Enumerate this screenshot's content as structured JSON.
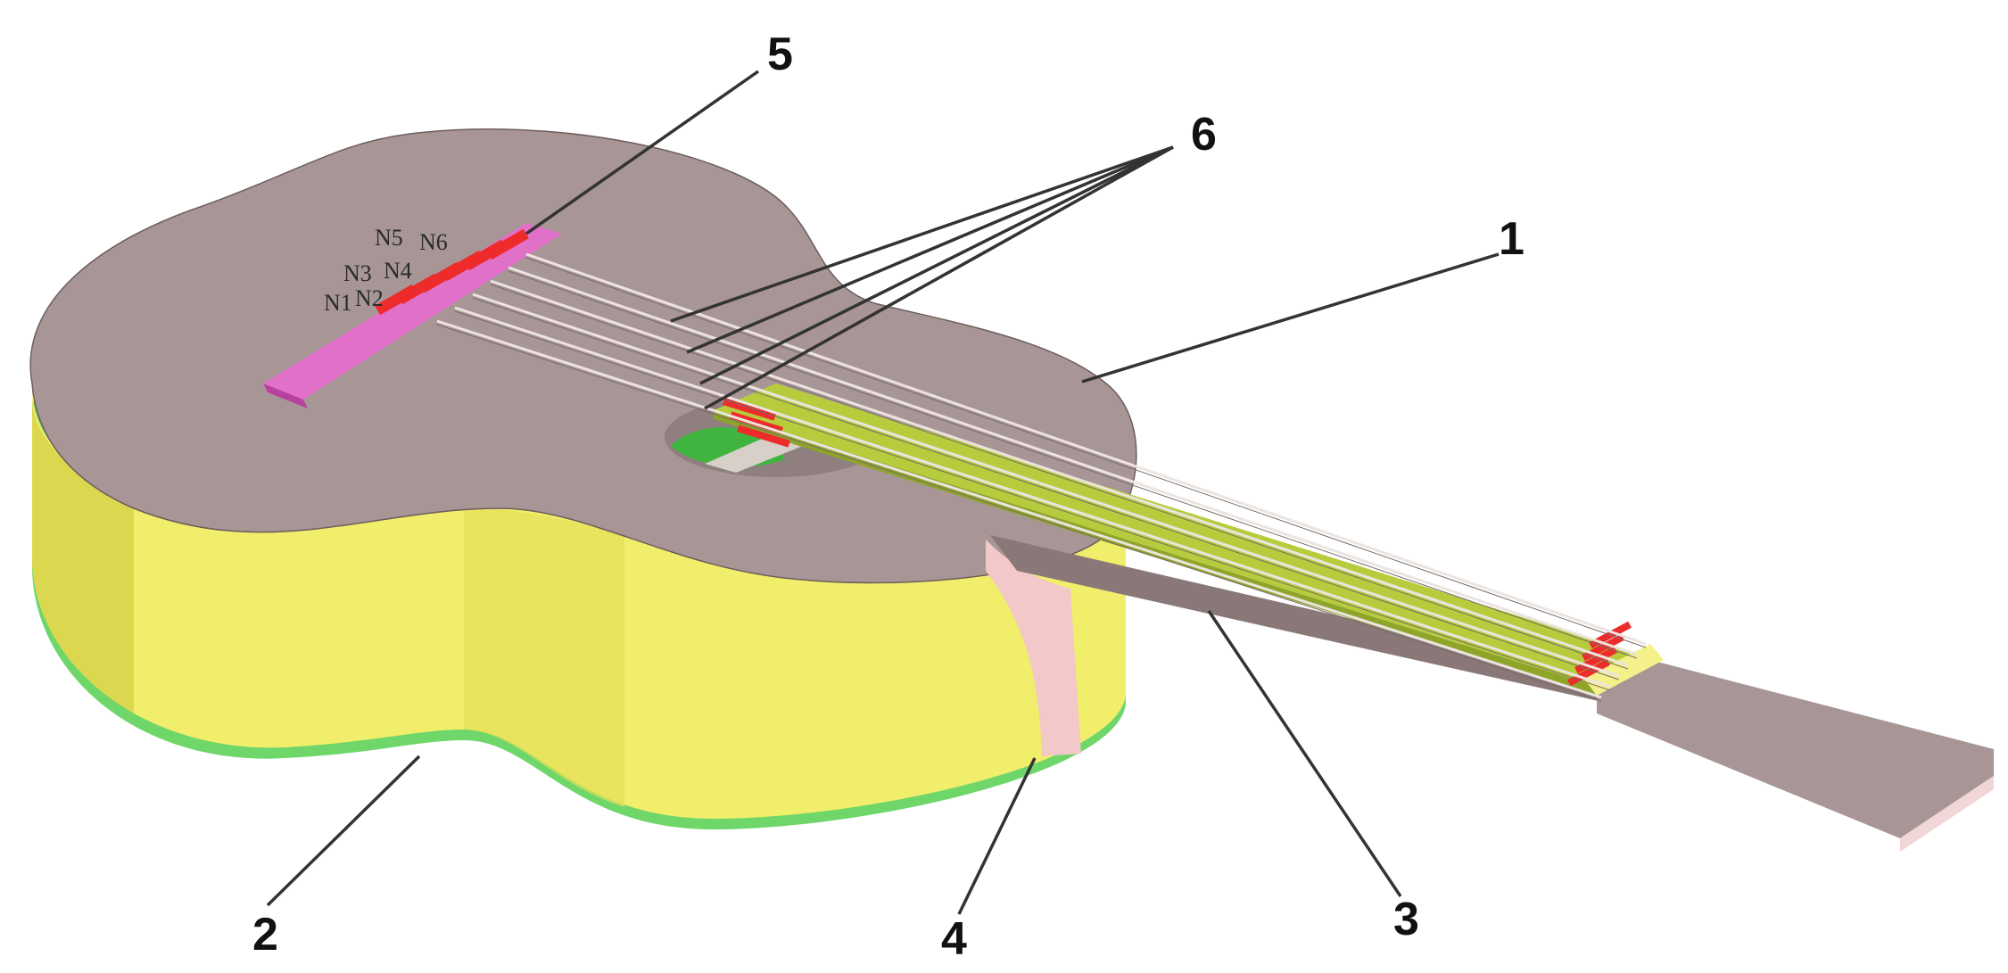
{
  "figure": {
    "colors": {
      "top_plate": "#a89696",
      "ribs": "#f0ee6a",
      "ribs_shadow": "#d6d24a",
      "back_plate_edge": "#6fd66a",
      "bridge": "#e070c8",
      "neck": "#9f8c8c",
      "fingerboard": "#b6cc3c",
      "strings": "#e8e0dc",
      "string_ends": "#ee2b2b",
      "support": "#f2c8c8",
      "nut": "#f4f08a",
      "sound_hole_green": "#3fb540"
    },
    "string_labels": [
      "N5",
      "N6",
      "N3",
      "N4",
      "N1",
      "N2"
    ],
    "callouts": [
      {
        "id": "top-plate",
        "number": "1"
      },
      {
        "id": "back-plate",
        "number": "2"
      },
      {
        "id": "neck",
        "number": "3"
      },
      {
        "id": "support",
        "number": "4"
      },
      {
        "id": "bridge",
        "number": "5"
      },
      {
        "id": "strings",
        "number": "6"
      }
    ]
  }
}
